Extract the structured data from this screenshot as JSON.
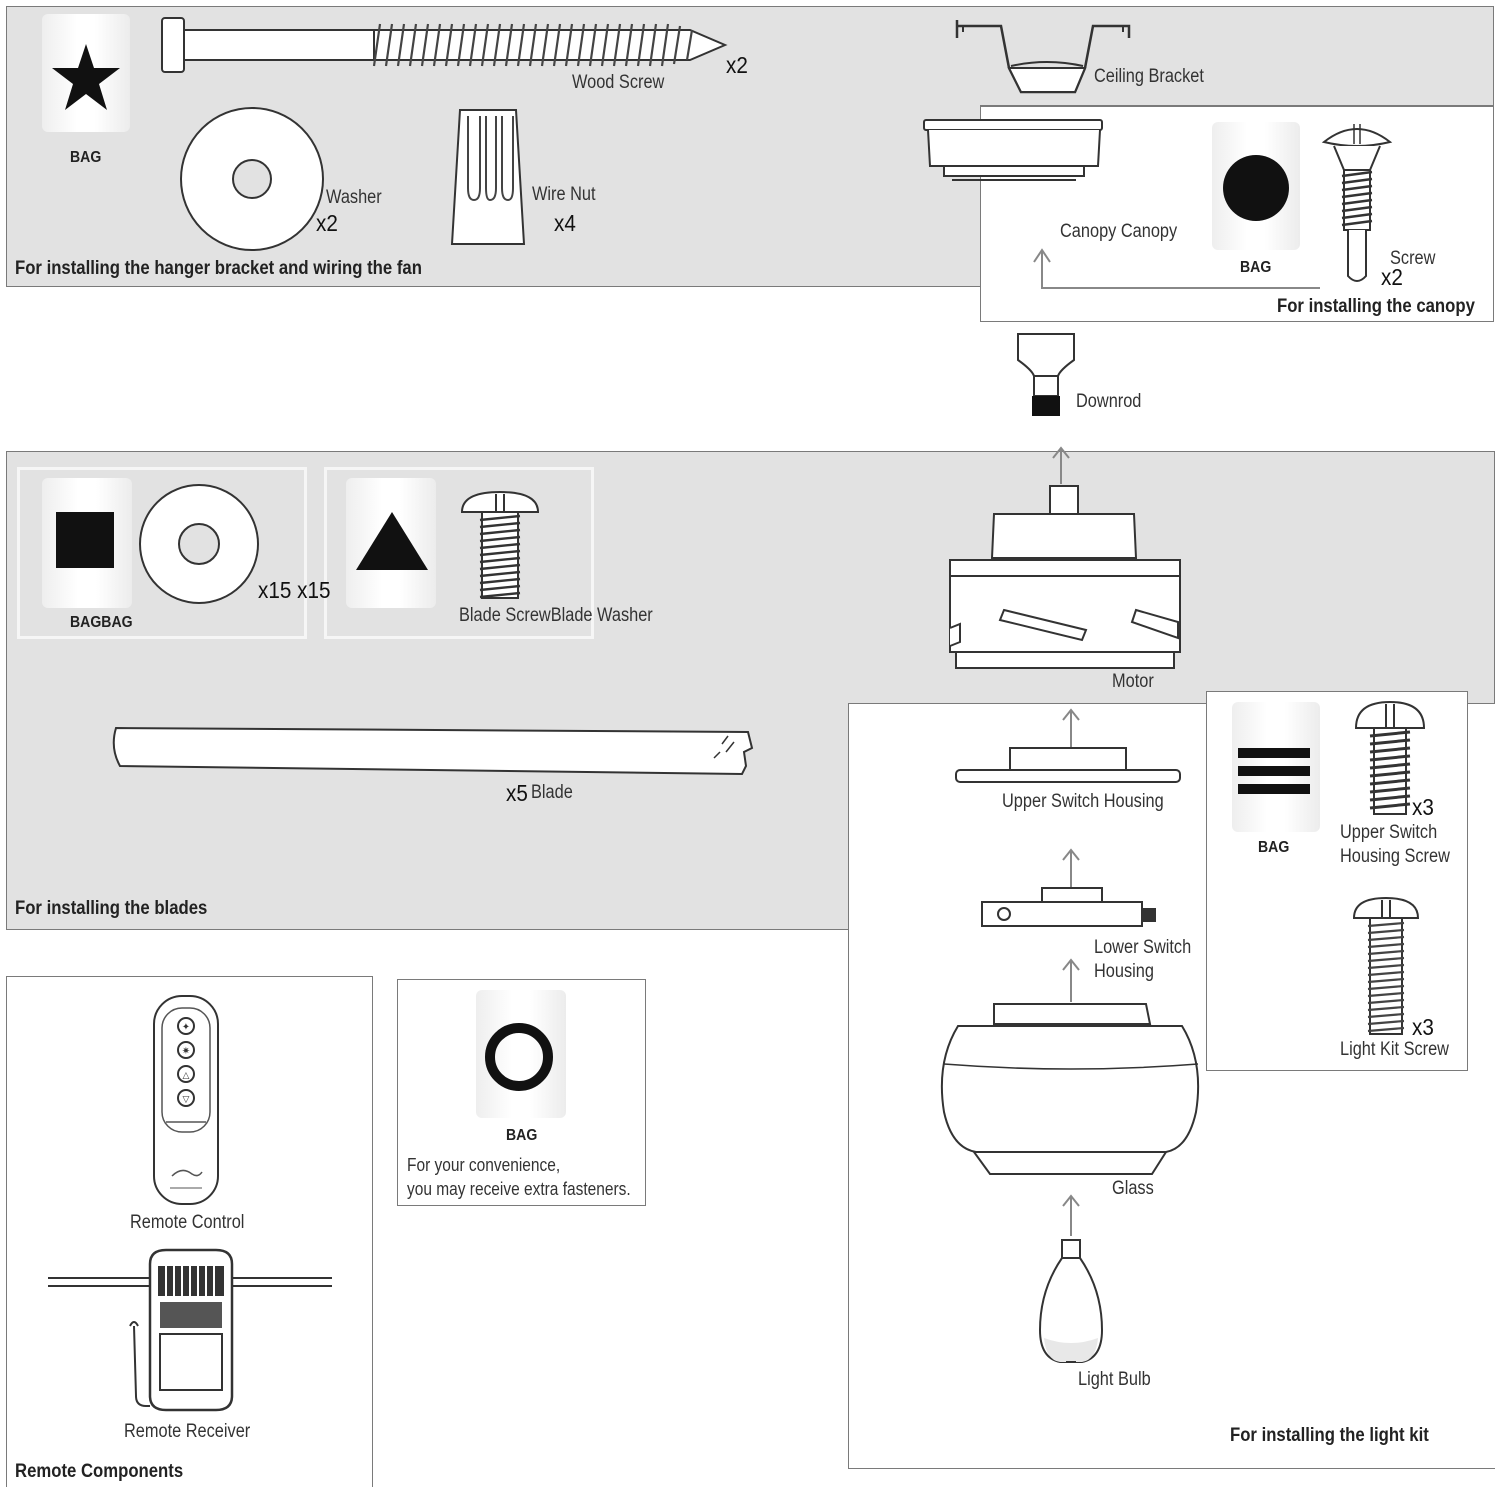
{
  "panels": {
    "hanger": {
      "caption": "For installing the hanger bracket and wiring the fan",
      "bag_label": "BAG",
      "wood_screw": {
        "label": "Wood Screw",
        "qty": "x2"
      },
      "washer": {
        "label": "Washer",
        "qty": "x2"
      },
      "wire_nut": {
        "label": "Wire Nut",
        "qty": "x4"
      }
    },
    "ceiling_bracket": {
      "label": "Ceiling Bracket"
    },
    "canopy": {
      "caption": "For installing the canopy",
      "canopy_label": "Canopy Canopy",
      "bag_label": "BAG",
      "screw": {
        "label": "Screw",
        "qty": "x2"
      }
    },
    "downrod": {
      "label": "Downrod"
    },
    "blades": {
      "caption": "For installing the blades",
      "bag_label": "BAGBAG",
      "washer_qty": "x15 x15",
      "screw_label": "Blade ScrewBlade Washer",
      "blade_qty": "x5",
      "blade_label": "Blade",
      "motor_label": "Motor"
    },
    "light_kit": {
      "caption": "For installing the light kit",
      "upper_switch_housing": "Upper Switch Housing",
      "lower_switch_housing_1": "Lower Switch",
      "lower_switch_housing_2": "Housing",
      "glass": "Glass",
      "light_bulb": "Light Bulb",
      "bag_label": "BAG",
      "upper_screw": {
        "qty": "x3",
        "label_1": "Upper Switch",
        "label_2": "Housing Screw"
      },
      "light_kit_screw": {
        "qty": "x3",
        "label": "Light Kit Screw"
      }
    },
    "remote": {
      "caption": "Remote Components",
      "remote_control": "Remote Control",
      "remote_receiver": "Remote Receiver"
    },
    "extras": {
      "bag_label": "BAG",
      "note_1": "For your convenience,",
      "note_2": "you may receive extra fasteners."
    }
  }
}
